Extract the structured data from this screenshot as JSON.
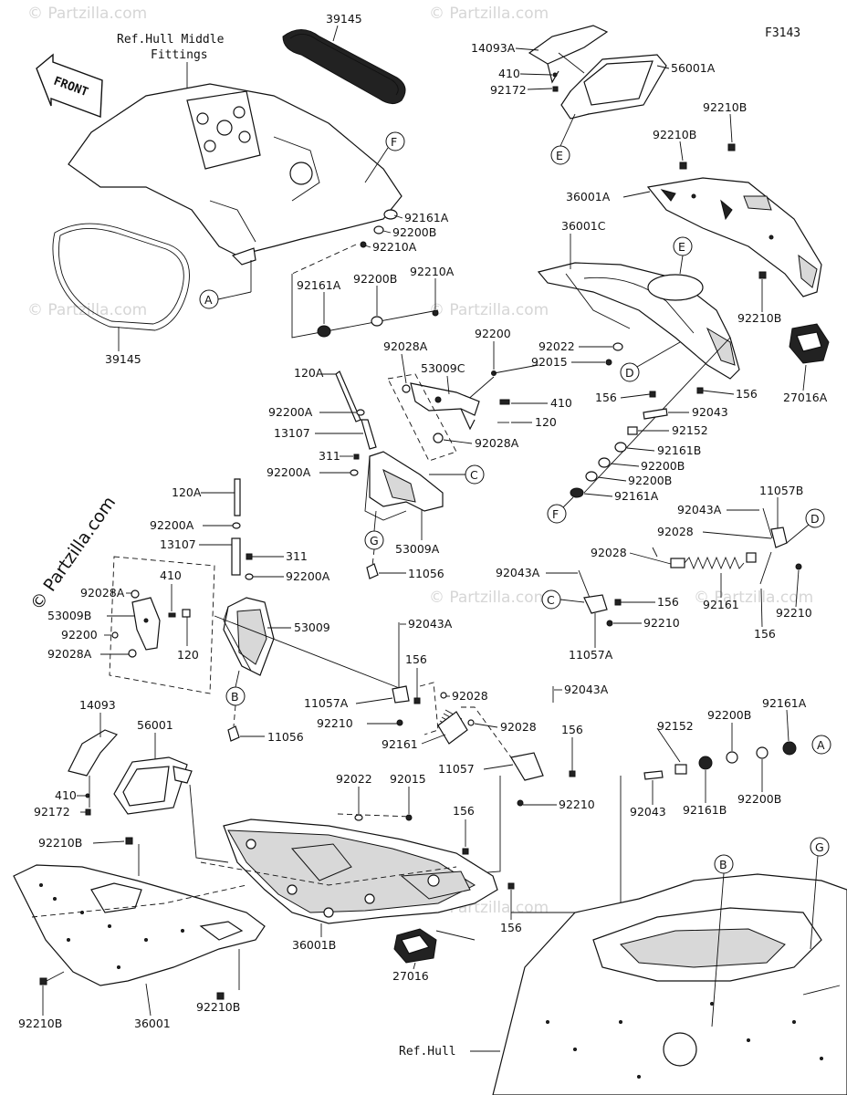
{
  "figure_code": "F3143",
  "ref_hull_middle": "Ref.Hull Middle",
  "ref_hull_middle_2": "Fittings",
  "front_arrow": "FRONT",
  "ref_hull": "Ref.Hull",
  "watermark": "© Partzilla.com",
  "labels": {
    "p39145_top": "39145",
    "p39145_bot": "39145",
    "p14093A": "14093A",
    "p410_a": "410",
    "p92172_a": "92172",
    "p56001A": "56001A",
    "p92210B_a": "92210B",
    "p92210B_b": "92210B",
    "p36001A": "36001A",
    "p36001C": "36001C",
    "p92161A_a": "92161A",
    "p92200B_a": "92200B",
    "p92210A_a": "92210A",
    "p92161A_b": "92161A",
    "p92200B_b": "92200B",
    "p92210A_b": "92210A",
    "p92210B_c": "92210B",
    "p92200_a": "92200",
    "p92022_a": "92022",
    "p92015_a": "92015",
    "p27016A": "27016A",
    "p92028A_a": "92028A",
    "p53009C": "53009C",
    "p410_b": "410",
    "p120_a": "120",
    "p92028A_b": "92028A",
    "p120A_a": "120A",
    "p92200A_a": "92200A",
    "p13107_a": "13107",
    "p311_a": "311",
    "p92200A_b": "92200A",
    "p53009A": "53009A",
    "p11056_a": "11056",
    "p156_a": "156",
    "p92043_a": "92043",
    "p156_b": "156",
    "p92152_a": "92152",
    "p92161B_a": "92161B",
    "p92200B_c": "92200B",
    "p92200B_d": "92200B",
    "p92161A_c": "92161A",
    "p92043A_a": "92043A",
    "p11057B": "11057B",
    "p92028_a": "92028",
    "p92043A_b": "92043A",
    "p92028_b": "92028",
    "p156_c": "156",
    "p92210_a": "92210",
    "p92161_a": "92161",
    "p92210_b": "92210",
    "p156_d": "156",
    "p11057A_a": "11057A",
    "p120A_b": "120A",
    "p92200A_c": "92200A",
    "p13107_b": "13107",
    "p311_b": "311",
    "p92200A_d": "92200A",
    "p92028A_c": "92028A",
    "p410_c": "410",
    "p53009B": "53009B",
    "p92200_b": "92200",
    "p120_b": "120",
    "p92028A_d": "92028A",
    "p53009": "53009",
    "p92043A_c": "92043A",
    "p156_e": "156",
    "p11057A_b": "11057A",
    "p92028_c": "92028",
    "p92210_c": "92210",
    "p92161_b": "92161",
    "p92028_d": "92028",
    "p11056_b": "11056",
    "p92043A_d": "92043A",
    "p156_f": "156",
    "p11057": "11057",
    "p92210_d": "92210",
    "p14093": "14093",
    "p56001": "56001",
    "p410_d": "410",
    "p92172_b": "92172",
    "p92210B_d": "92210B",
    "p92022_b": "92022",
    "p92015_b": "92015",
    "p156_g": "156",
    "p156_h": "156",
    "p36001": "36001",
    "p92210B_e": "92210B",
    "p92210B_f": "92210B",
    "p36001B": "36001B",
    "p27016": "27016",
    "p92152_b": "92152",
    "p92200B_e": "92200B",
    "p92161A_d": "92161A",
    "p92043_b": "92043",
    "p92161B_b": "92161B",
    "p92200B_f": "92200B"
  },
  "callouts": {
    "A1": "A",
    "A2": "A",
    "B1": "B",
    "B2": "B",
    "C1": "C",
    "C2": "C",
    "D1": "D",
    "D2": "D",
    "E1": "E",
    "E2": "E",
    "F1": "F",
    "F2": "F",
    "G1": "G",
    "G2": "G"
  }
}
